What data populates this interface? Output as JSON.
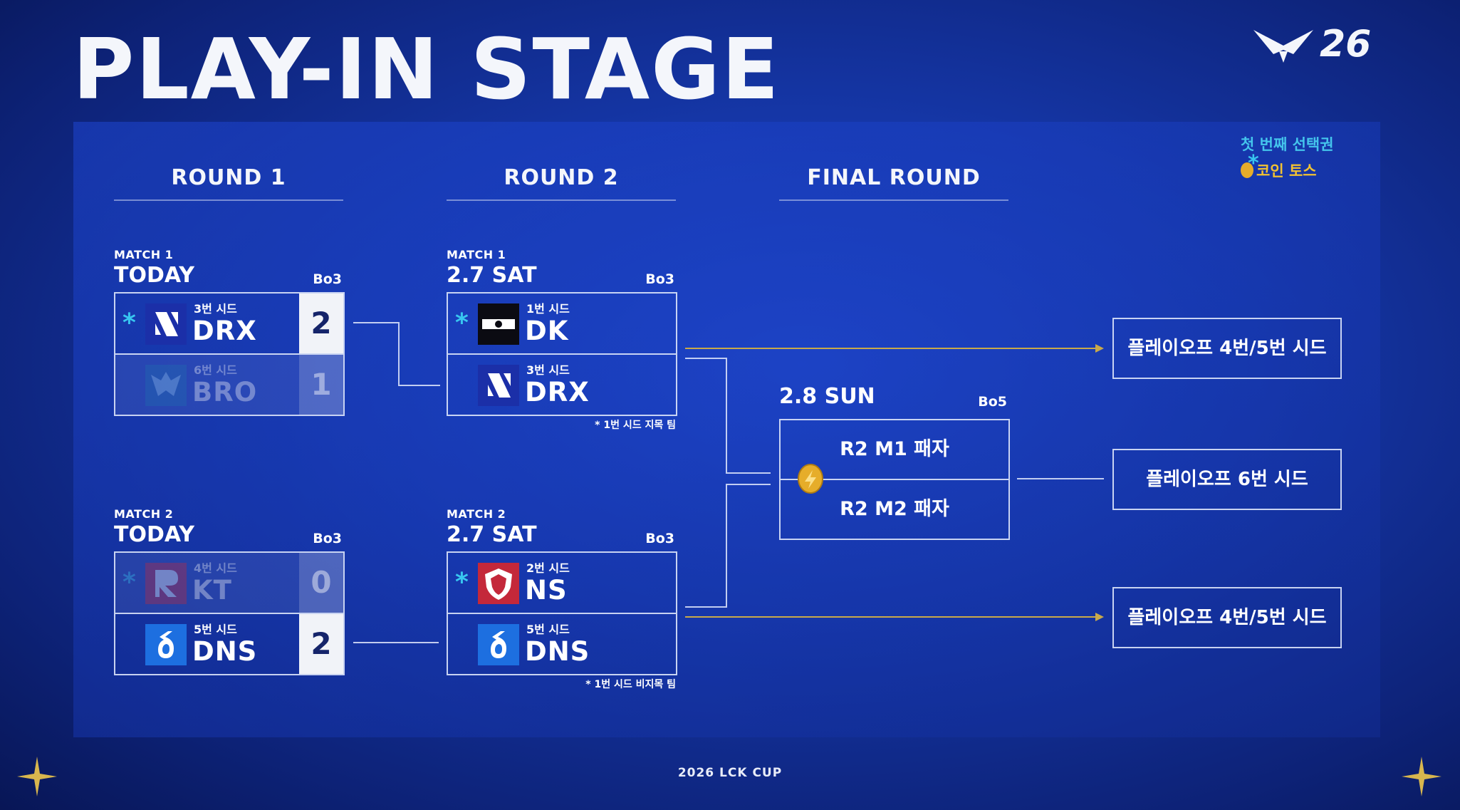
{
  "title": "PLAY-IN STAGE",
  "logo_text": "26",
  "legend": {
    "first_pick": "첫 번째 선택권",
    "coin_toss": "코인 토스"
  },
  "rounds": [
    "ROUND 1",
    "ROUND 2",
    "FINAL ROUND"
  ],
  "round1": {
    "match1": {
      "label": "MATCH 1",
      "date": "TODAY",
      "format": "Bo3",
      "teams": [
        {
          "seed": "3번 시드",
          "name": "DRX",
          "score": "2",
          "first_pick": true,
          "eliminated": false
        },
        {
          "seed": "6번 시드",
          "name": "BRO",
          "score": "1",
          "first_pick": false,
          "eliminated": true
        }
      ]
    },
    "match2": {
      "label": "MATCH 2",
      "date": "TODAY",
      "format": "Bo3",
      "teams": [
        {
          "seed": "4번 시드",
          "name": "KT",
          "score": "0",
          "first_pick": true,
          "eliminated": true
        },
        {
          "seed": "5번 시드",
          "name": "DNS",
          "score": "2",
          "first_pick": false,
          "eliminated": false
        }
      ]
    }
  },
  "round2": {
    "match1": {
      "label": "MATCH 1",
      "date": "2.7 SAT",
      "format": "Bo3",
      "teams": [
        {
          "seed": "1번 시드",
          "name": "DK",
          "first_pick": true
        },
        {
          "seed": "3번 시드",
          "name": "DRX",
          "first_pick": false
        }
      ],
      "note": "* 1번 시드 지목 팀"
    },
    "match2": {
      "label": "MATCH 2",
      "date": "2.7 SAT",
      "format": "Bo3",
      "teams": [
        {
          "seed": "2번 시드",
          "name": "NS",
          "first_pick": true
        },
        {
          "seed": "5번 시드",
          "name": "DNS",
          "first_pick": false
        }
      ],
      "note": "* 1번 시드 비지목 팀"
    }
  },
  "final": {
    "date": "2.8 SUN",
    "format": "Bo5",
    "rows": [
      "R2 M1 패자",
      "R2 M2 패자"
    ]
  },
  "destinations": [
    "플레이오프 4번/5번 시드",
    "플레이오프 6번 시드",
    "플레이오프 4번/5번 시드"
  ],
  "footer": "2026 LCK CUP",
  "colors": {
    "background": "#1536a6",
    "accent_cyan": "#38c6f0",
    "coin_gold": "#f1c232",
    "connector_gold": "#c9a94a",
    "score_bg": "#f1f3f8"
  }
}
